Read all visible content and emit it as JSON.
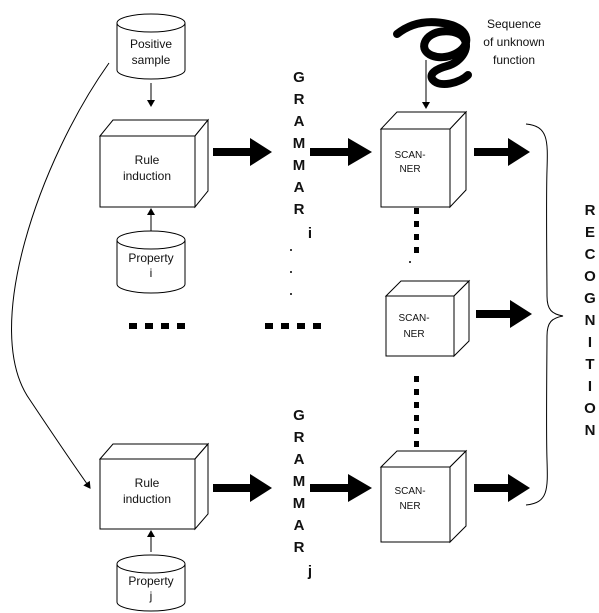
{
  "positive_sample": [
    "Positive",
    "sample"
  ],
  "rule_induction_top": [
    "Rule",
    "induction"
  ],
  "rule_induction_bottom": [
    "Rule",
    "induction"
  ],
  "property_i": [
    "Property",
    "i"
  ],
  "property_j": [
    "Property",
    "j"
  ],
  "grammar_i": [
    "G",
    "R",
    "A",
    "M",
    "M",
    "A",
    "R"
  ],
  "grammar_i_sub": "i",
  "grammar_j": [
    "G",
    "R",
    "A",
    "M",
    "M",
    "A",
    "R"
  ],
  "grammar_j_sub": "j",
  "scanner_top": [
    "SCAN-",
    "NER"
  ],
  "scanner_mid": [
    "SCAN-",
    "NER"
  ],
  "scanner_bottom": [
    "SCAN-",
    "NER"
  ],
  "sequence_label": [
    "Sequence",
    "of unknown",
    "function"
  ],
  "recognition": [
    "R",
    "E",
    "C",
    "O",
    "G",
    "N",
    "I",
    "T",
    "I",
    "O",
    "N"
  ],
  "ellipsis_left": "....",
  "ellipsis_mid": "...."
}
